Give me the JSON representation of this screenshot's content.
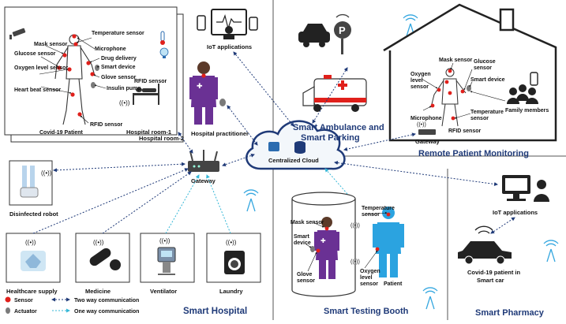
{
  "hospital_room": {
    "title_1": "Hospital room-1",
    "title_2": "Hospital room-2",
    "patient_label": "Covid-19 Patient",
    "sensors": {
      "mask": "Mask sensor",
      "glucose": "Glucose sensor",
      "oxygen": "Oxygen level sensor",
      "heart": "Heart beat sensor",
      "temperature": "Temperature sensor",
      "microphone": "Microphone",
      "drug": "Drug delivery",
      "smart_device": "Smart device",
      "glove": "Glove sensor",
      "insulin": "Insulin pump",
      "rfid_bed": "RFID sensor",
      "rfid": "RFID sensor"
    }
  },
  "iot_top": {
    "label": "IoT applications"
  },
  "practitioner": {
    "label": "Hospital practitioner"
  },
  "gateway_left": {
    "label": "Gateway"
  },
  "disinfect": {
    "label": "Disinfected robot"
  },
  "hospital_items": [
    {
      "label": "Healthcare supply"
    },
    {
      "label": "Medicine"
    },
    {
      "label": "Ventilator"
    },
    {
      "label": "Laundry"
    }
  ],
  "cloud": {
    "label": "Centralized Cloud"
  },
  "ambulance": {
    "title": "Smart Ambulance and Smart Parking"
  },
  "remote": {
    "title": "Remote Patient Monitoring",
    "sensors": {
      "mask": "Mask sensor",
      "glucose": "Glucose sensor",
      "oxygen": "Oxygen level sensor",
      "smart_device": "Smart device",
      "family": "Family members",
      "temperature": "Temperature sensor",
      "microphone": "Microphone",
      "rfid": "RFID sensor",
      "gateway": "Gateway"
    }
  },
  "testing": {
    "title": "Smart Testing Booth",
    "sensors": {
      "mask": "Mask sensor",
      "temperature": "Temperature sensor",
      "smart_device": "Smart device",
      "glove": "Glove sensor",
      "oxygen": "Oxygen level sensor",
      "patient": "Patient"
    }
  },
  "pharmacy": {
    "title": "Smart Pharmacy",
    "iot": "IoT applications",
    "car_patient": "Covid-19 patient in Smart car"
  },
  "smart_hospital": {
    "title": "Smart Hospital"
  },
  "legend": {
    "sensor": "Sensor",
    "actuator": "Actuator",
    "two_way": "Two way communication",
    "one_way": "One way communication"
  },
  "colors": {
    "sensor_red": "#e0201b",
    "two_way": "#1f3a78",
    "one_way": "#35b7d7",
    "scrub": "#6a3194",
    "patient_blue": "#2ba3e0"
  }
}
